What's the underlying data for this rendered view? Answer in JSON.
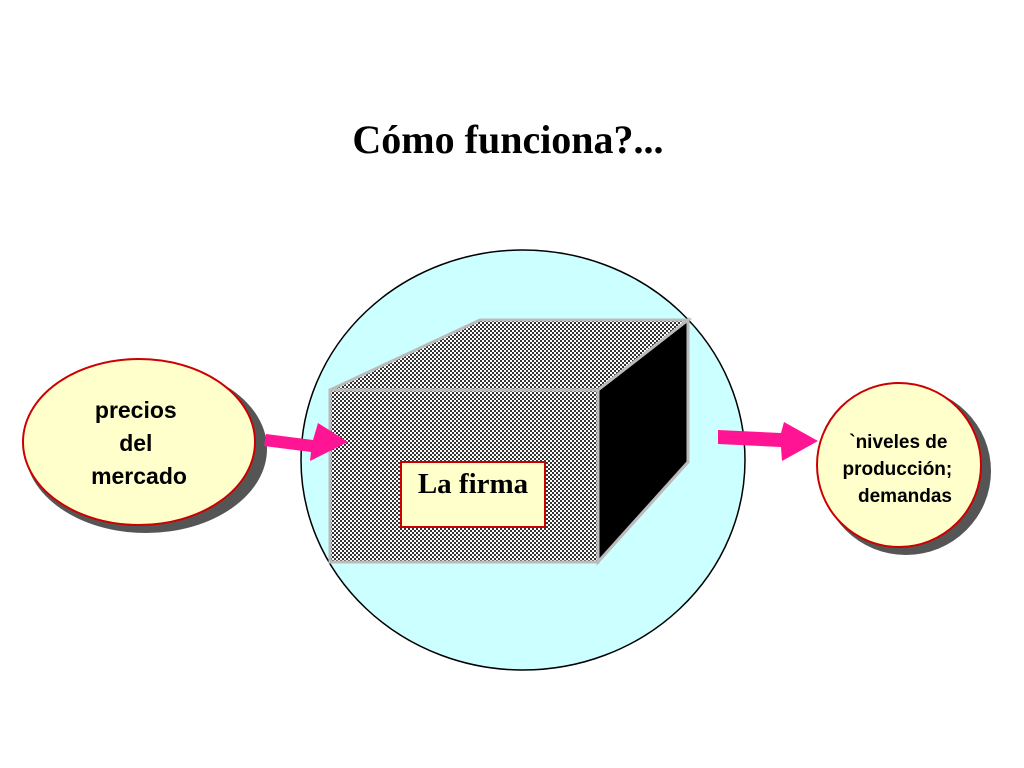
{
  "slide": {
    "title": "Cómo funciona?..."
  },
  "firm": {
    "label": "La firma"
  },
  "input": {
    "lines": [
      "precios",
      "del",
      "mercado"
    ]
  },
  "output": {
    "lines": [
      "`niveles de",
      "producción;",
      "demandas"
    ]
  },
  "colors": {
    "circle_fill": "#ccffff",
    "oval_fill": "#ffffcc",
    "oval_border": "#cc0000",
    "oval_shadow": "#555555",
    "arrow": "#ff1493",
    "label_fill": "#ffffcc",
    "label_border": "#cc0000",
    "box_side": "#000000",
    "box_pattern_dark": "#333333",
    "box_pattern_light": "#ffffff"
  }
}
